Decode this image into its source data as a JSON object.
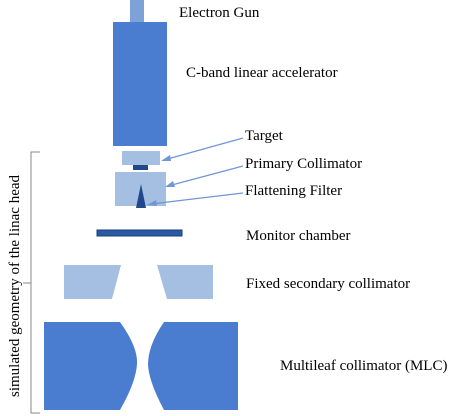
{
  "labels": {
    "electron_gun": "Electron Gun",
    "accelerator": "C-band linear accelerator",
    "target": "Target",
    "primary_collimator": "Primary Collimator",
    "flattening_filter": "Flattening Filter",
    "monitor_chamber": "Monitor chamber",
    "secondary_collimator": "Fixed secondary collimator",
    "mlc": "Multileaf collimator (MLC)"
  },
  "bracket_label": "simulated geometry of the linac head",
  "colors": {
    "component_blue": "#4a7dcf",
    "component_light": "#a5bfe2",
    "component_mid": "#7ea2d8",
    "dark_blue": "#22488c",
    "arrow": "#6f96d6",
    "bracket": "#888888"
  }
}
